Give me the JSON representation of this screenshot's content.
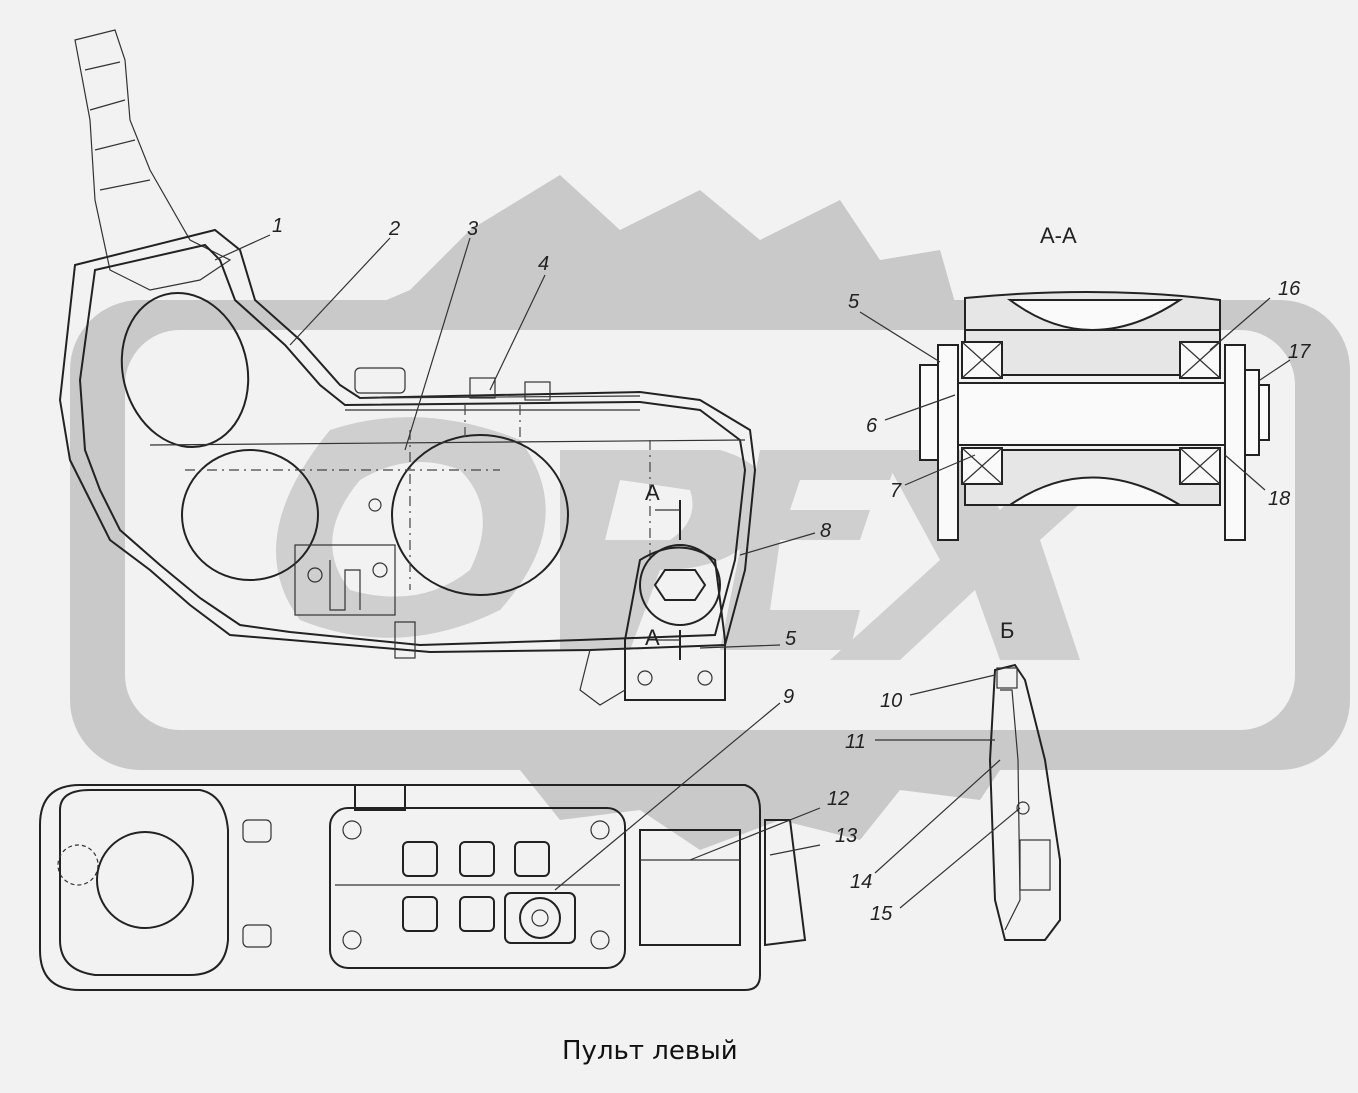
{
  "title": "Пульт левый",
  "watermark": "OREX",
  "section_labels": {
    "section_aa": "А-А",
    "cut_a_top": "А",
    "cut_a_bottom": "А",
    "view_b": "Б"
  },
  "callouts": [
    "1",
    "2",
    "3",
    "4",
    "5",
    "5",
    "6",
    "7",
    "8",
    "9",
    "10",
    "11",
    "12",
    "13",
    "14",
    "15",
    "16",
    "17",
    "18"
  ],
  "colors": {
    "background": "#f2f2f2",
    "watermark": "#c8c8c8",
    "line": "#222222"
  }
}
